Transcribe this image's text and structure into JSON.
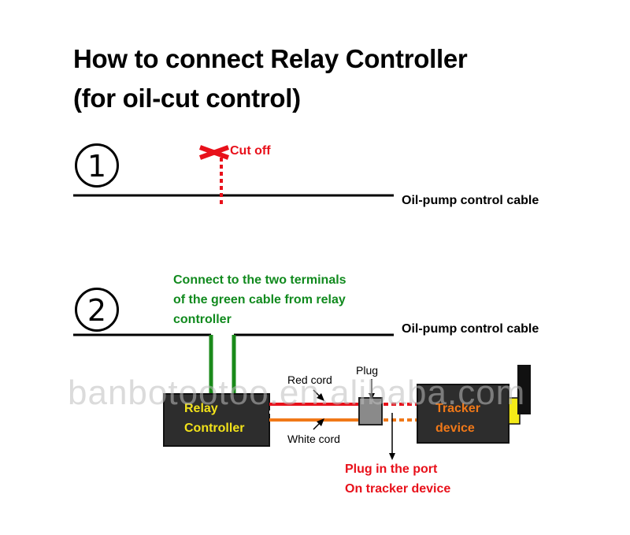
{
  "title": {
    "line1": "How to connect Relay Controller",
    "line2": "(for oil-cut control)"
  },
  "step1": {
    "number": "1",
    "cut_label": "Cut off",
    "cable_label": "Oil-pump control cable"
  },
  "step2": {
    "number": "2",
    "instruction": [
      "Connect to the two terminals",
      "of the green cable from relay",
      "controller"
    ],
    "cable_label": "Oil-pump control cable",
    "relay": [
      "Relay",
      "Controller"
    ],
    "tracker": [
      "Tracker",
      "device"
    ],
    "red_cord": "Red cord",
    "white_cord": "White cord",
    "plug": "Plug",
    "plug_note": [
      "Plug in the port",
      "On tracker device"
    ]
  },
  "watermark": "banbotootoo.en.alibaba.com",
  "colors": {
    "cut_red": "#e8101a",
    "green_text": "#118a1e",
    "green_wire": "#1a8a1a",
    "relay_text": "#f2e21a",
    "tracker_text": "#f07818",
    "orange_wire": "#f07818",
    "box_fill": "#2d2d2d"
  }
}
